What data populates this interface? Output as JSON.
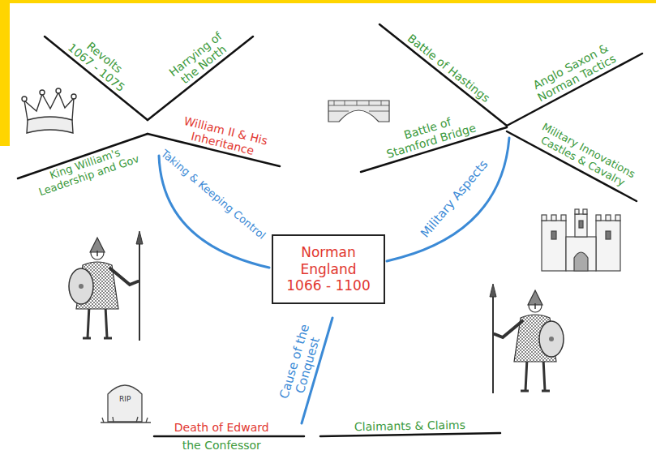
{
  "diagram": {
    "nodes": [
      {
        "text": [
          "Norman England 1066 - 1100"
        ]
      }
    ],
    "labels": [
      "Revolts 1067 - 1075",
      "Harrying of the North",
      "King William's Leadership and Gov",
      "William II & His Inheritance",
      "Taking & Keeping Control",
      "Battle of Hastings",
      "Anglo Saxon & Norman Tactics",
      "Battle of Stamford Bridge",
      "Military Innovations Castles & Cavalry",
      "Military Aspects",
      "Cause of the Conquest",
      "Death of Edward",
      "the Confessor",
      "Claimants & Claims",
      "RIP"
    ]
  }
}
